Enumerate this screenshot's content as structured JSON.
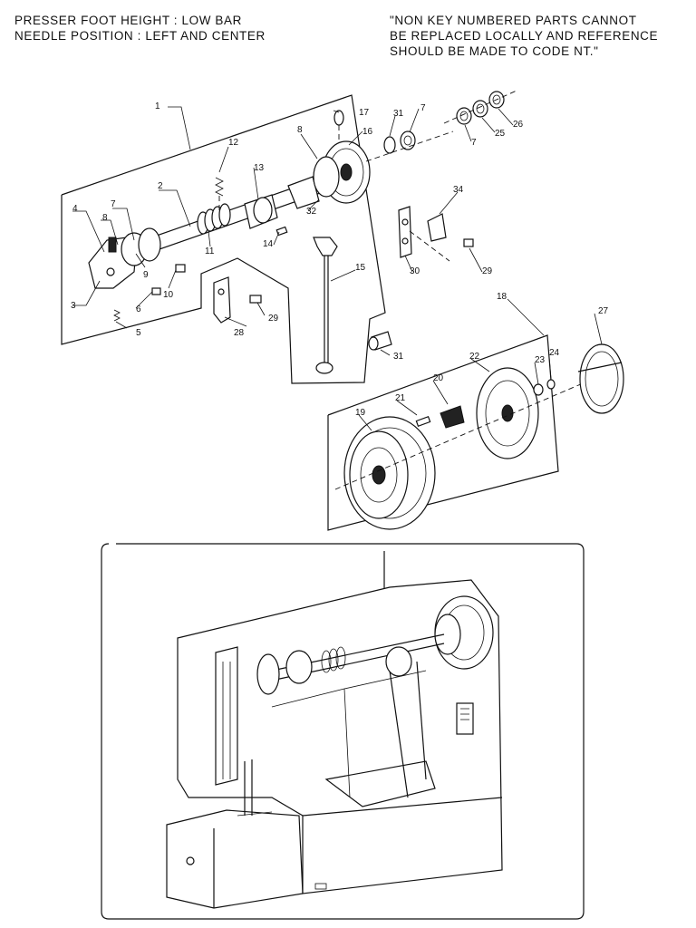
{
  "header": {
    "left_line1": "PRESSER FOOT HEIGHT : LOW BAR",
    "left_line2": "NEEDLE POSITION : LEFT AND CENTER",
    "right_line1": "\"NON KEY NUMBERED PARTS CANNOT",
    "right_line2": "BE REPLACED LOCALLY AND REFERENCE",
    "right_line3": "SHOULD BE MADE TO CODE NT.\""
  },
  "callouts": {
    "c1": "1",
    "c2": "2",
    "c3": "3",
    "c4": "4",
    "c5": "5",
    "c6": "6",
    "c7a": "7",
    "c7b": "7",
    "c7c": "7",
    "c8a": "8",
    "c8b": "8",
    "c9": "9",
    "c10": "10",
    "c11": "11",
    "c12": "12",
    "c13": "13",
    "c14": "14",
    "c15": "15",
    "c16": "16",
    "c17": "17",
    "c18": "18",
    "c19": "19",
    "c20": "20",
    "c21": "21",
    "c22": "22",
    "c23": "23",
    "c24": "24",
    "c25": "25",
    "c26": "26",
    "c27": "27",
    "c28": "28",
    "c29a": "29",
    "c29b": "29",
    "c30": "30",
    "c31a": "31",
    "c31b": "31",
    "c32": "32",
    "c34": "34"
  }
}
